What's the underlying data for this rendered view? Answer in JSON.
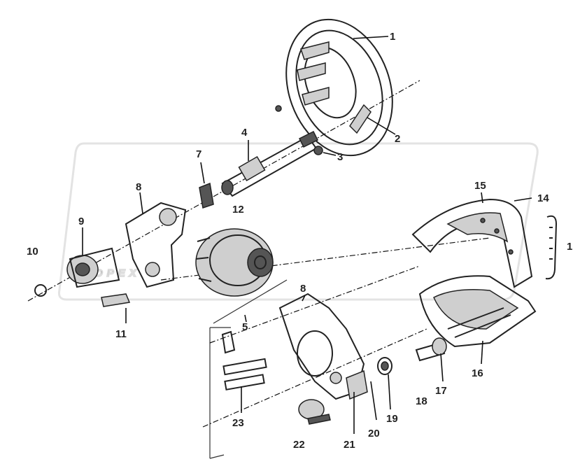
{
  "watermark": {
    "text": "OPEX"
  },
  "callouts": [
    {
      "id": "c1a",
      "label": "1"
    },
    {
      "id": "c2",
      "label": "2"
    },
    {
      "id": "c3",
      "label": "3"
    },
    {
      "id": "c4",
      "label": "4"
    },
    {
      "id": "c7",
      "label": "7"
    },
    {
      "id": "c8a",
      "label": "8"
    },
    {
      "id": "c9",
      "label": "9"
    },
    {
      "id": "c10",
      "label": "10"
    },
    {
      "id": "c11",
      "label": "11"
    },
    {
      "id": "c12",
      "label": "12"
    },
    {
      "id": "c14",
      "label": "14"
    },
    {
      "id": "c15",
      "label": "15"
    },
    {
      "id": "c1b",
      "label": "1"
    },
    {
      "id": "c5",
      "label": "5"
    },
    {
      "id": "c8b",
      "label": "8"
    },
    {
      "id": "c16",
      "label": "16"
    },
    {
      "id": "c17",
      "label": "17"
    },
    {
      "id": "c18",
      "label": "18"
    },
    {
      "id": "c19",
      "label": "19"
    },
    {
      "id": "c20",
      "label": "20"
    },
    {
      "id": "c21",
      "label": "21"
    },
    {
      "id": "c22",
      "label": "22"
    },
    {
      "id": "c23",
      "label": "23"
    }
  ]
}
